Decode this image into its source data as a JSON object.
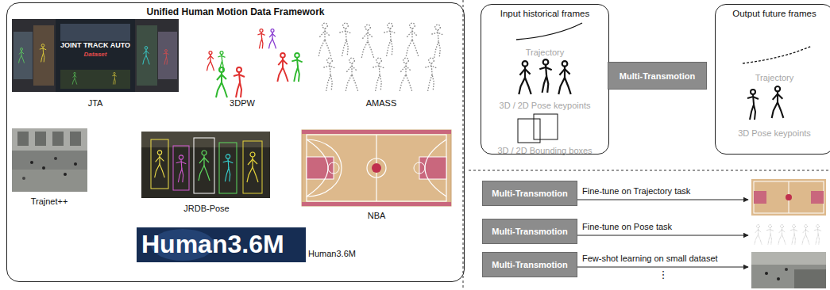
{
  "diagram": {
    "nodes": [
      {
        "text": [
          "Unified Human Motion Data Framework"
        ]
      },
      {
        "text": [
          "Input historical frames",
          "Trajectory",
          "3D / 2D Pose keypoints",
          "3D / 2D Bounding boxes"
        ]
      },
      {
        "text": [
          "Multi-Transmotion"
        ]
      },
      {
        "text": [
          "Output future frames",
          "Trajectory",
          "3D Pose keypoints"
        ]
      },
      {
        "text": [
          "Multi-Transmotion"
        ]
      },
      {
        "text": [
          "Multi-Transmotion"
        ]
      },
      {
        "text": [
          "Multi-Transmotion"
        ]
      }
    ],
    "labels": [
      "JOINT TRACK AUTO",
      "Dataset",
      "JTA",
      "3DPW",
      "AMASS",
      "Trajnet++",
      "JRDB-Pose",
      "NBA",
      "Human3.6M",
      "Human3.6M",
      "Fine-tune on Trajectory task",
      "Fine-tune on Pose task",
      "Few-shot learning on small dataset",
      "⋮"
    ]
  }
}
